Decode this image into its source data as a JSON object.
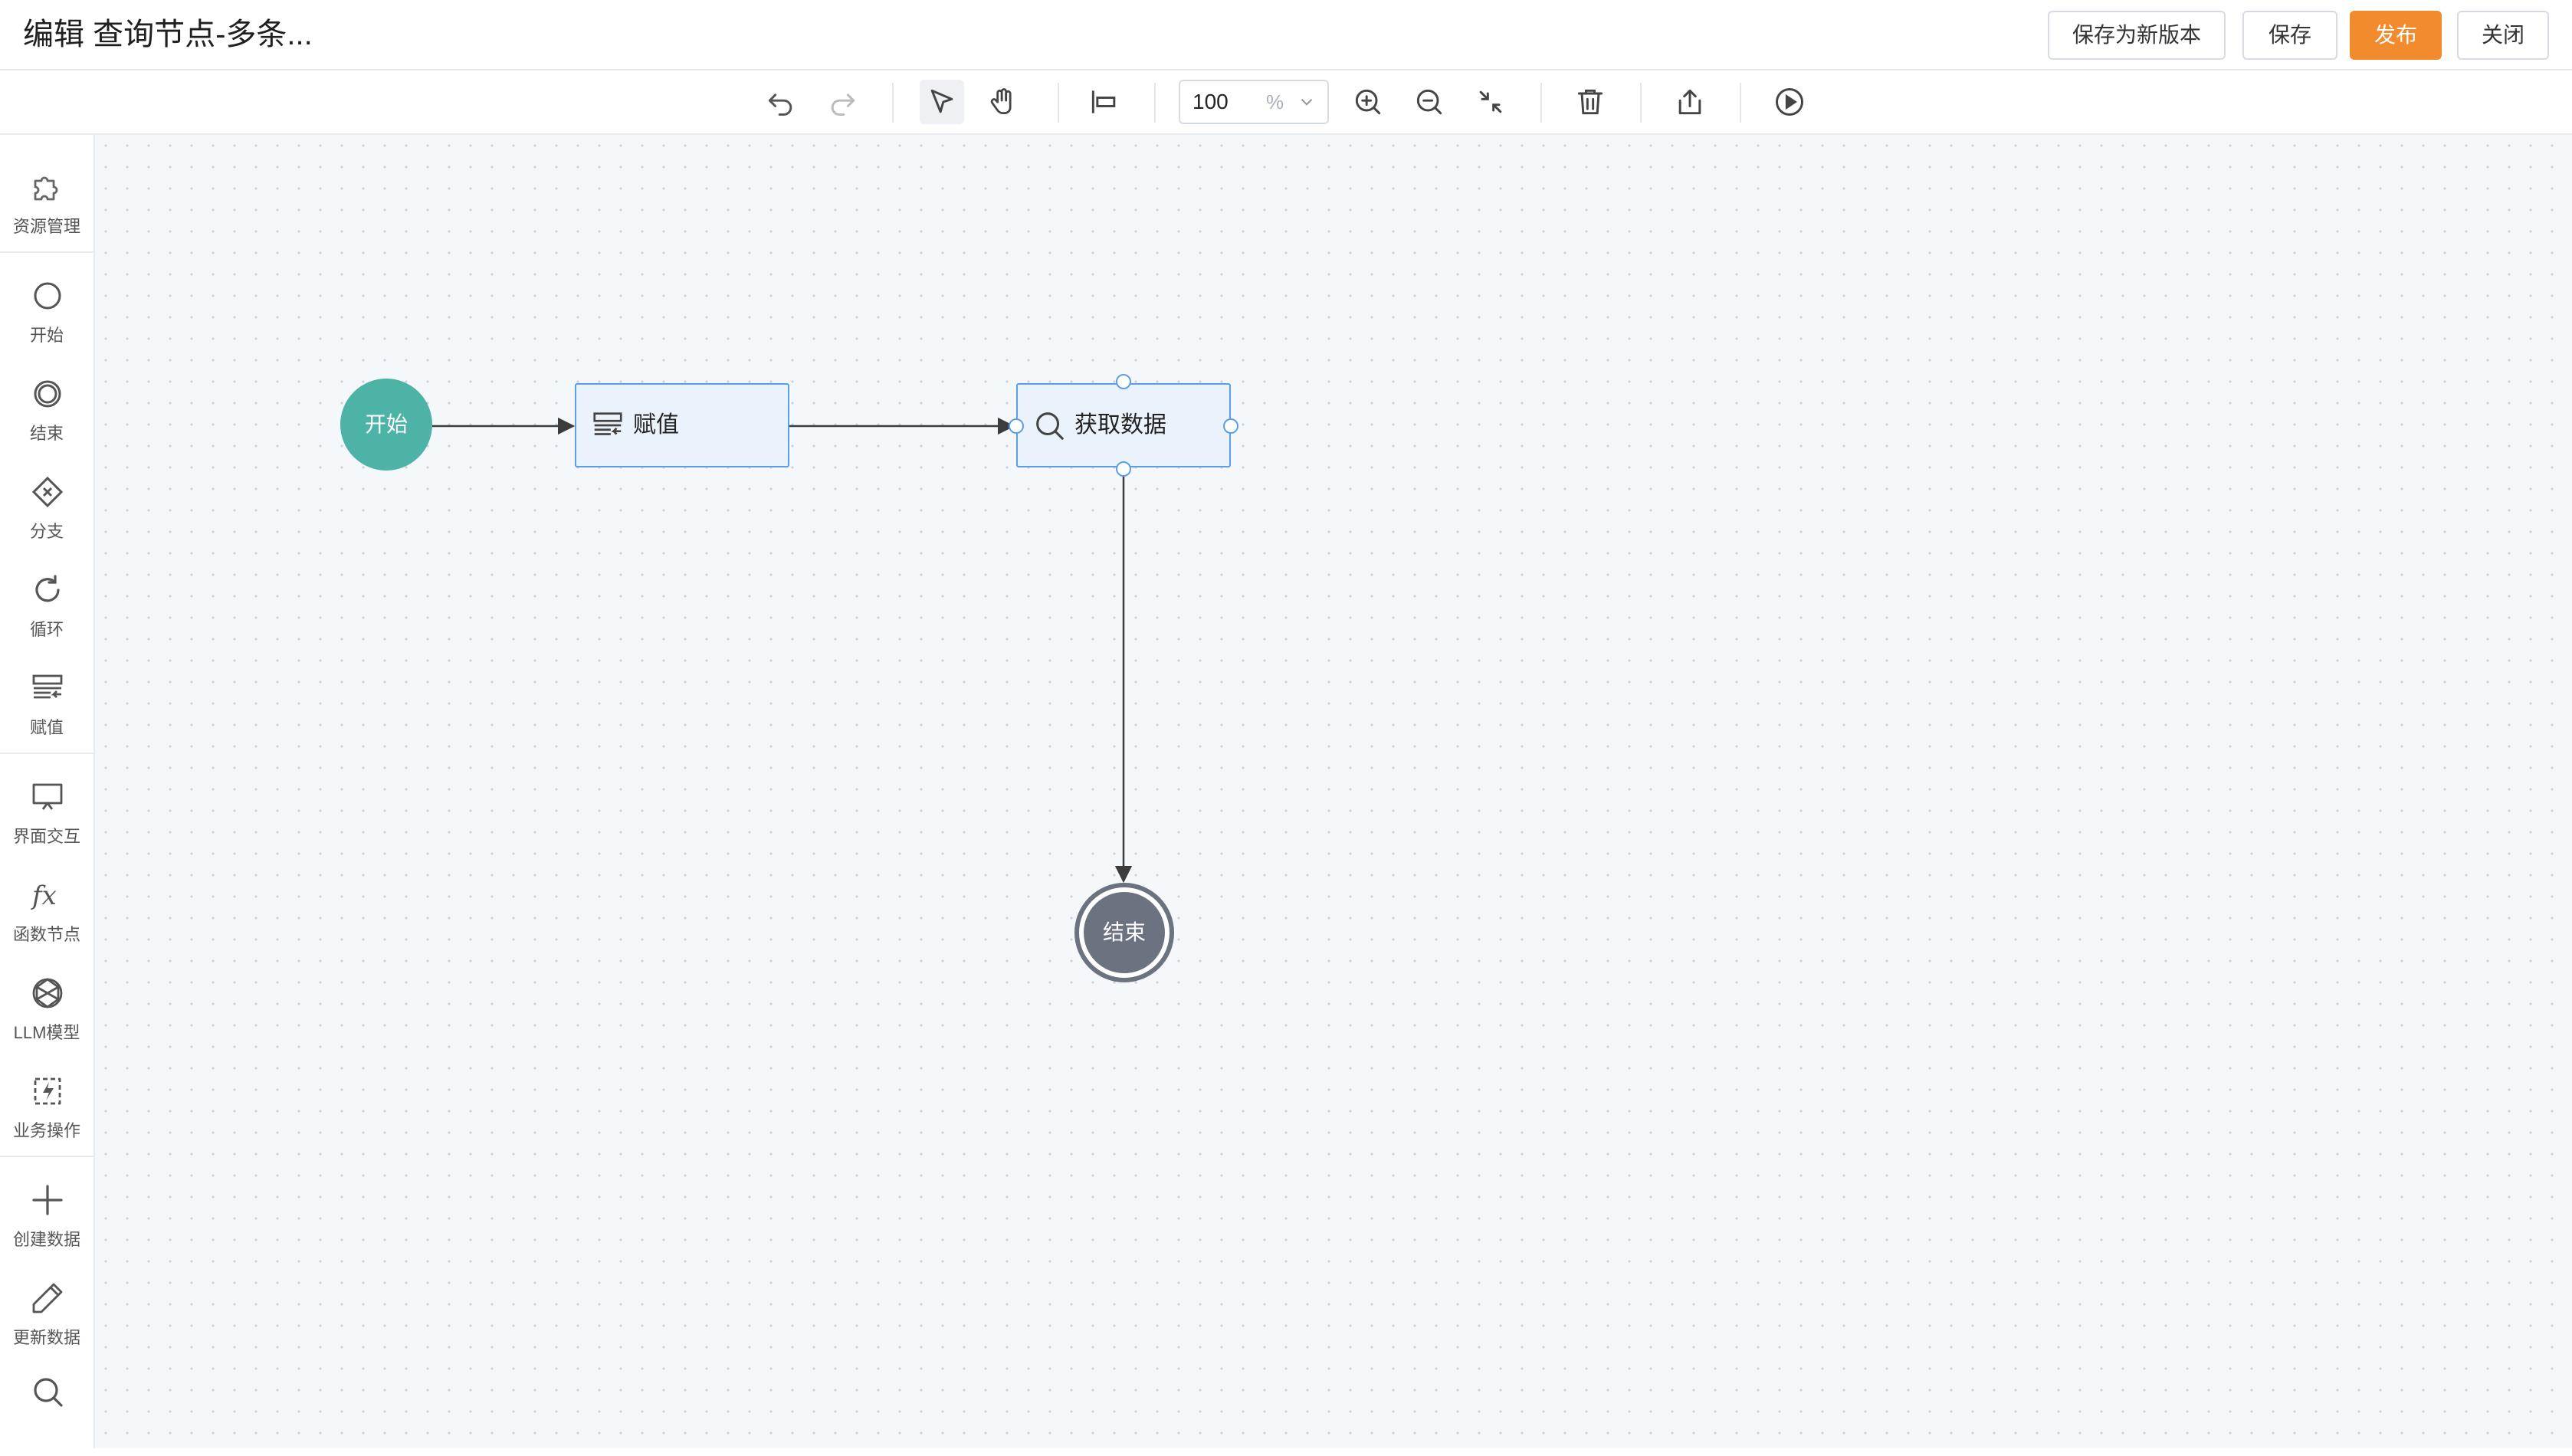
{
  "header": {
    "title": "编辑 查询节点-多条...",
    "buttons": {
      "save_new_version": "保存为新版本",
      "save": "保存",
      "publish": "发布",
      "close": "关闭"
    }
  },
  "toolbar": {
    "zoom_value": "100",
    "zoom_unit": "%",
    "icons": [
      "undo-icon",
      "redo-icon",
      "select-pointer-icon",
      "hand-pan-icon",
      "align-left-icon",
      "zoom-in-icon",
      "zoom-out-icon",
      "fit-view-icon",
      "trash-icon",
      "export-icon",
      "run-icon"
    ]
  },
  "sidebar": {
    "items": [
      {
        "label": "资源管理",
        "icon": "puzzle-icon"
      },
      {
        "label": "开始",
        "icon": "circle-icon"
      },
      {
        "label": "结束",
        "icon": "double-circle-icon"
      },
      {
        "label": "分支",
        "icon": "diamond-x-icon"
      },
      {
        "label": "循环",
        "icon": "loop-icon"
      },
      {
        "label": "赋值",
        "icon": "assign-icon"
      },
      {
        "label": "界面交互",
        "icon": "monitor-icon"
      },
      {
        "label": "函数节点",
        "icon": "function-icon"
      },
      {
        "label": "LLM模型",
        "icon": "llm-icon"
      },
      {
        "label": "业务操作",
        "icon": "business-icon"
      },
      {
        "label": "创建数据",
        "icon": "plus-icon"
      },
      {
        "label": "更新数据",
        "icon": "pencil-icon"
      },
      {
        "label": "",
        "icon": "search-icon"
      }
    ]
  },
  "flow": {
    "start_label": "开始",
    "assign_label": "赋值",
    "fetch_label": "获取数据",
    "end_label": "结束"
  },
  "colors": {
    "accent_orange": "#f28a2e",
    "start_node": "#4cb3a6",
    "end_node": "#6b7280",
    "selection_blue": "#5b9ee8",
    "canvas_bg": "#f5f8fb"
  }
}
